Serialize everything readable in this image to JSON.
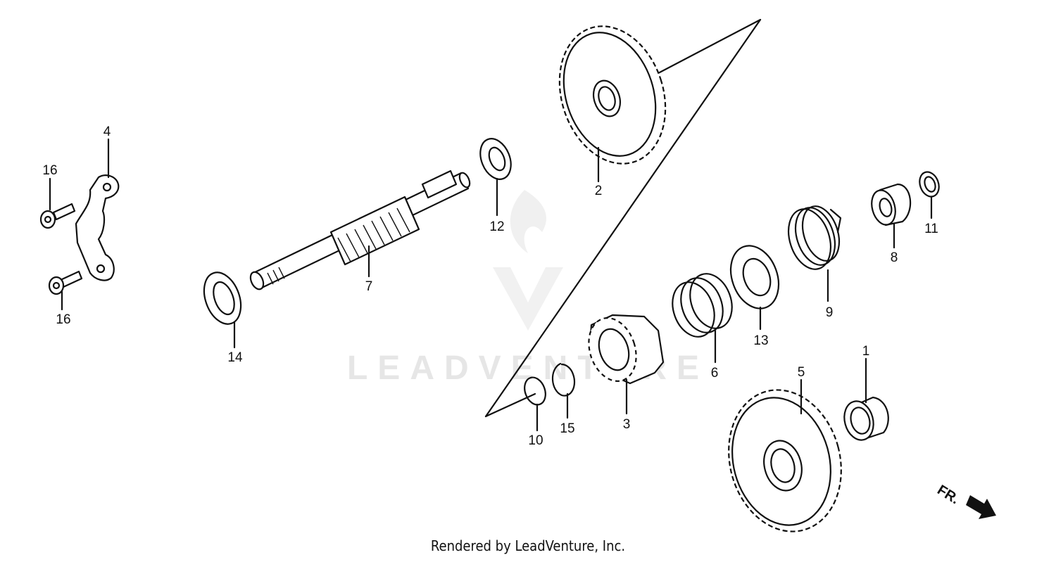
{
  "watermark": "LEADVENTURE",
  "footer": "Rendered by LeadVenture, Inc.",
  "direction_marker": "FR.",
  "callouts": {
    "p1": "1",
    "p2": "2",
    "p3": "3",
    "p4": "4",
    "p5": "5",
    "p6": "6",
    "p7": "7",
    "p8": "8",
    "p9": "9",
    "p10": "10",
    "p11": "11",
    "p12": "12",
    "p13": "13",
    "p14": "14",
    "p15": "15",
    "p16a": "16",
    "p16b": "16"
  }
}
